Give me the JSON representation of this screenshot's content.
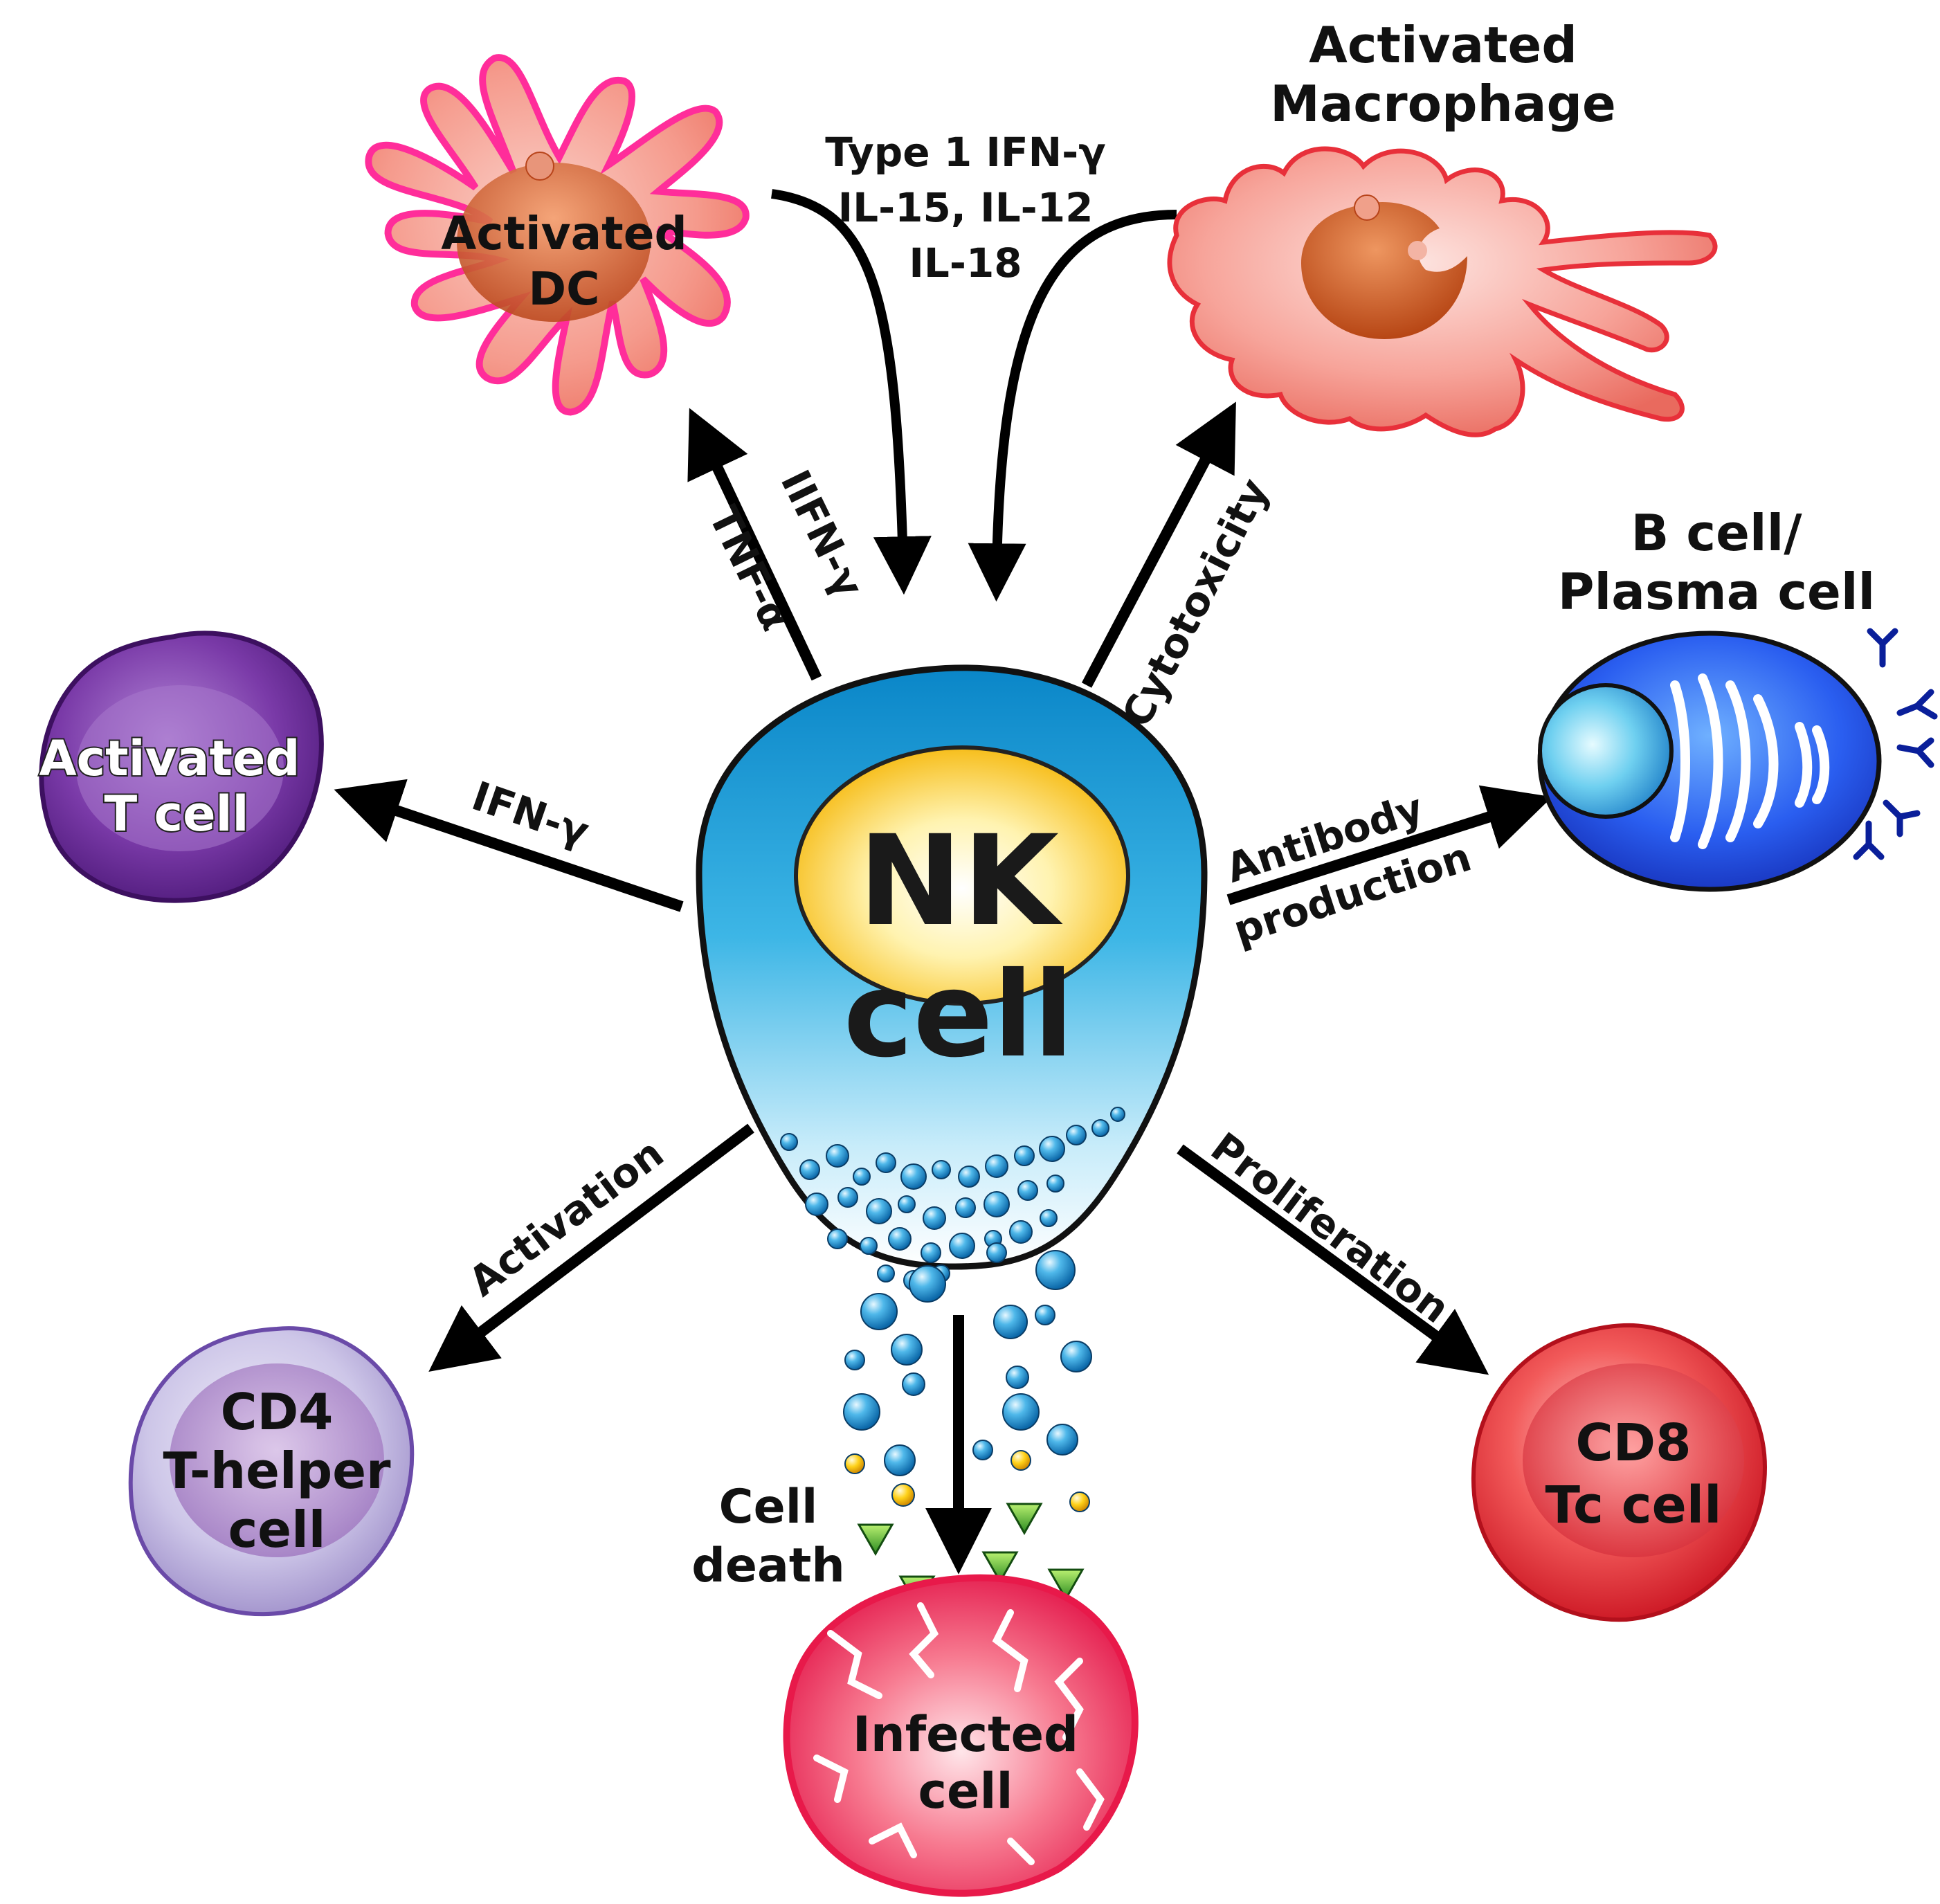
{
  "center": {
    "line1": "NK",
    "line2": "cell"
  },
  "cells": {
    "dc": {
      "line1": "Activated",
      "line2": "DC"
    },
    "macrophage": {
      "line1": "Activated",
      "line2": "Macrophage"
    },
    "bcell": {
      "line1": "B cell/",
      "line2": "Plasma cell"
    },
    "tcell": {
      "line1": "Activated",
      "line2": "T cell"
    },
    "cd4": {
      "line1": "CD4",
      "line2": "T-helper",
      "line3": "cell"
    },
    "cd8": {
      "line1": "CD8",
      "line2": "Tc cell"
    },
    "infected": {
      "line1": "Infected",
      "line2": "cell"
    }
  },
  "edges": {
    "cytokines_in": {
      "line1": "Type 1 IFN-γ",
      "line2": "IL-15, IL-12",
      "line3": "IL-18"
    },
    "to_dc": {
      "line1": "IIFN-γ",
      "line2": "TNF-α"
    },
    "to_macrophage": "Cytotoxicity",
    "to_tcell": "IFN-γ",
    "to_bcell": {
      "line1": "Antibody",
      "line2": "production"
    },
    "to_cd4": "Activation",
    "to_cd8": "Proliferation",
    "to_infected": {
      "line1": "Cell",
      "line2": "death"
    }
  },
  "colors": {
    "nk_top": "#0a8fd0",
    "nucleus": "#f7b800",
    "dc_outline": "#ff2d9a",
    "macrophage_outline": "#e8303a",
    "bcell": "#1b44d8",
    "tcell": "#6a2a8f",
    "cd4": "#8a74b8",
    "cd8": "#e81f2a",
    "infected": "#e8194a"
  }
}
